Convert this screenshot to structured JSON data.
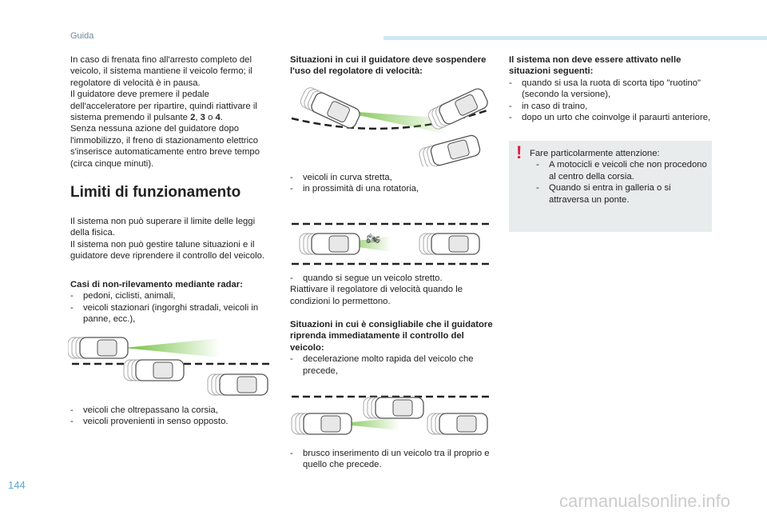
{
  "header": {
    "section": "Guida",
    "page_number": "144"
  },
  "left": {
    "intro": [
      "In caso di frenata fino all'arresto completo del veicolo, il sistema mantiene il veicolo fermo; il regolatore di velocità è in pausa.",
      "Il guidatore deve premere il pedale dell'acceleratore per ripartire, quindi riattivare il sistema premendo il pulsante ",
      "2",
      ", ",
      "3",
      " o ",
      "4",
      ".",
      "Senza nessuna azione del guidatore dopo l'immobilizzo, il freno di stazionamento elettrico s'inserisce automaticamente entro breve tempo (circa cinque minuti)."
    ],
    "heading": "Limiti di funzionamento",
    "limits": [
      "Il sistema non può superare il limite delle leggi della fisica.",
      "Il sistema non può gestire talune situazioni e il guidatore deve riprendere il controllo del veicolo."
    ],
    "radar_title": "Casi di non-rilevamento mediante radar:",
    "radar_items": [
      "pedoni, ciclisti, animali,",
      "veicoli stazionari (ingorghi stradali, veicoli in panne, ecc.),"
    ],
    "after_items": [
      "veicoli che oltrepassano la corsia,",
      "veicoli provenienti in senso opposto."
    ]
  },
  "middle": {
    "suspend_title": "Situazioni in cui il guidatore deve sospendere l'uso del regolatore di velocità:",
    "suspend_items": [
      "veicoli in curva stretta,",
      "in prossimità di una rotatoria,"
    ],
    "follow_item": "quando si segue un veicolo stretto.",
    "reactivate": "Riattivare il regolatore di velocità quando le condizioni lo permettono.",
    "resume_title": "Situazioni in cui è consigliabile che il guidatore riprenda immediatamente il controllo del veicolo:",
    "resume_items": [
      "decelerazione molto rapida del veicolo che precede,"
    ],
    "cutin_item": "brusco inserimento di un veicolo tra il proprio e quello che precede."
  },
  "right": {
    "noactivate_title": "Il sistema non deve essere attivato nelle situazioni seguenti:",
    "noactivate_items": [
      "quando si usa la ruota di scorta tipo \"ruotino\" (secondo la versione),",
      "in caso di traino,",
      "dopo un urto che coinvolge il paraurti anteriore,"
    ],
    "warning": {
      "icon": "exclamation-icon",
      "title": "Fare particolarmente attenzione:",
      "items": [
        "A motocicli e veicoli che non procedono al centro della corsia.",
        "Quando si entra in galleria o si attraversa un ponte."
      ]
    }
  },
  "dash": "-",
  "watermark": "carmanualsonline.info",
  "colors": {
    "beam": "#6fbf3c",
    "warning": "#e5173f",
    "bar": "#cde7f3"
  }
}
